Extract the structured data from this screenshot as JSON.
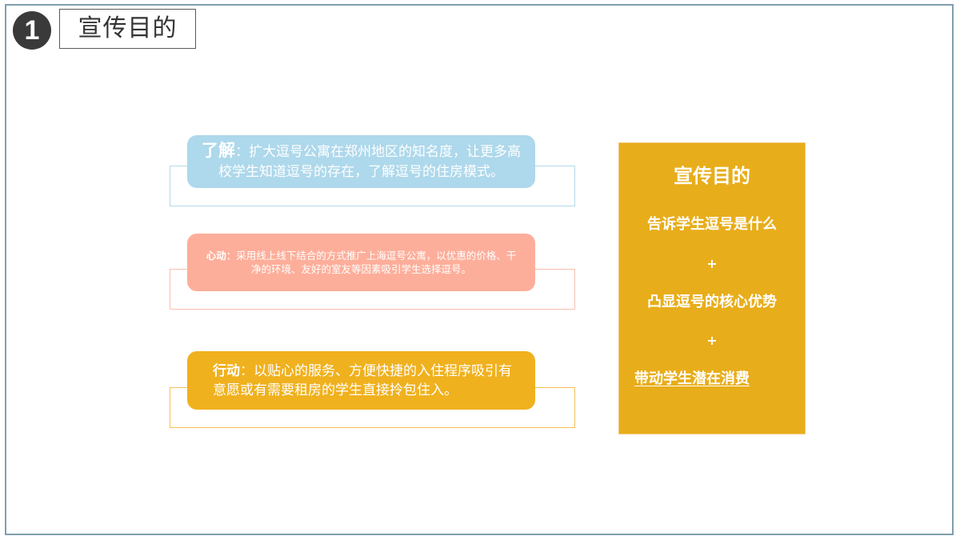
{
  "header": {
    "section_number": "1",
    "title": "宣传目的"
  },
  "steps": [
    {
      "prefix": "了解",
      "separator": "：",
      "text": "扩大逗号公寓在郑州地区的知名度，让更多高校学生知道逗号的存在，了解逗号的住房模式。",
      "color": "#aed8eb",
      "outline_color": "#b5d9ea"
    },
    {
      "prefix": "心动",
      "separator": "：",
      "text": "采用线上线下结合的方式推广上海逗号公寓，以优惠的价格、干净的环境、友好的室友等因素吸引学生选择逗号。",
      "color": "#fdae9a",
      "outline_color": "#f7bfb0"
    },
    {
      "prefix": "行动",
      "separator": "：",
      "text": "以贴心的服务、方便快捷的入住程序吸引有意愿或有需要租房的学生直接拎包住入。",
      "color": "#f0b11e",
      "outline_color": "#f2c055"
    }
  ],
  "summary": {
    "title": "宣传目的",
    "lines": [
      "告诉学生逗号是什么",
      "+",
      "凸显逗号的核心优势",
      "+",
      "带动学生潜在消费"
    ],
    "color": "#e8ad1a"
  }
}
